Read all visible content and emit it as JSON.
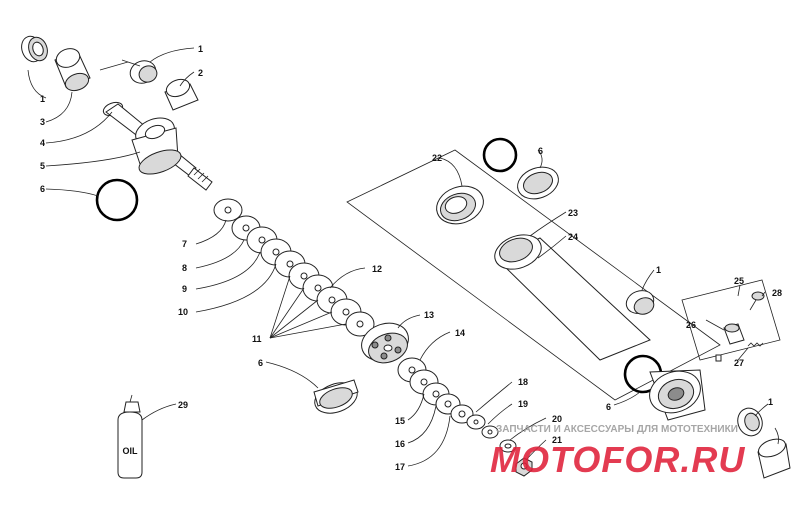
{
  "callouts": {
    "c1a": "1",
    "c1b": "1",
    "c1c": "1",
    "c1d": "1",
    "c2": "2",
    "c3": "3",
    "c4": "4",
    "c5": "5",
    "c6a": "6",
    "c6b": "6",
    "c6c": "6",
    "c6d": "6",
    "c7": "7",
    "c8": "8",
    "c9": "9",
    "c10": "10",
    "c11": "11",
    "c12": "12",
    "c13": "13",
    "c14": "14",
    "c15": "15",
    "c16": "16",
    "c17": "17",
    "c18": "18",
    "c19": "19",
    "c20": "20",
    "c21": "21",
    "c22": "22",
    "c23": "23",
    "c24": "24",
    "c25": "25",
    "c26": "26",
    "c27": "27",
    "c28": "28",
    "c29": "29"
  },
  "oil_bottle_label": "OIL",
  "watermark": {
    "caption": "ЗАПЧАСТИ И АКСЕССУАРЫ ДЛЯ МОТОТЕХНИКИ",
    "logo_text": "MOTOFOR.RU",
    "color": "#e0203a"
  }
}
